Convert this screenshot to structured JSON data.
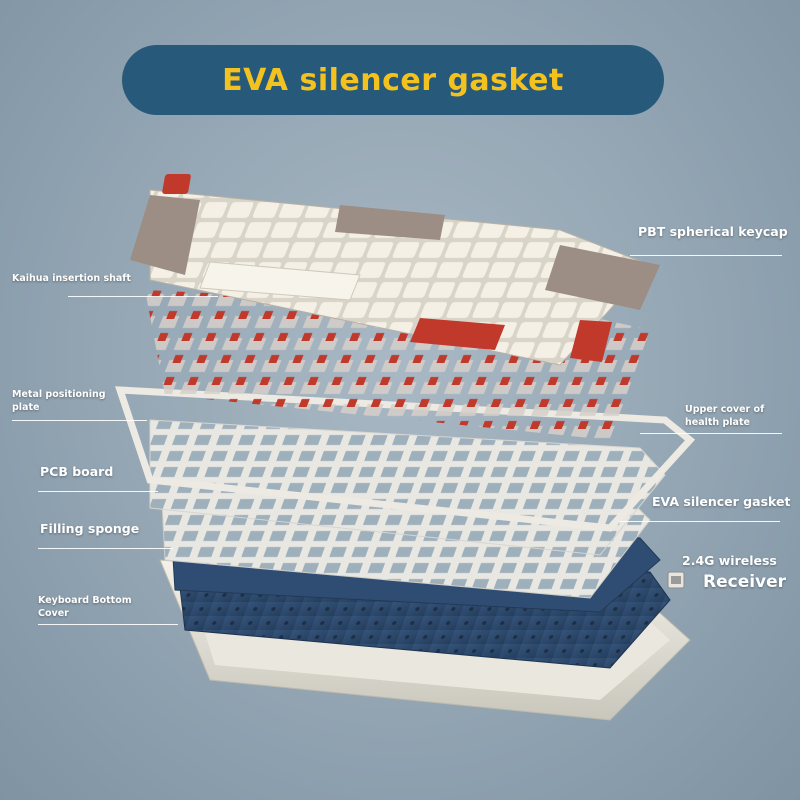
{
  "title": "EVA silencer gasket",
  "labels": {
    "pbt_keycap": "PBT spherical keycap",
    "kaihua_shaft": "Kaihua insertion shaft",
    "metal_plate_line1": "Metal positioning",
    "metal_plate_line2": "plate",
    "upper_cover_line1": "Upper cover of",
    "upper_cover_line2": "health plate",
    "pcb_board": "PCB board",
    "eva_gasket": "EVA silencer gasket",
    "filling_sponge": "Filling sponge",
    "wireless_line1": "2.4G wireless",
    "wireless_line2": "Receiver",
    "bottom_cover_line1": "Keyboard Bottom",
    "bottom_cover_line2": "Cover"
  },
  "colors": {
    "banner": "#275a7a",
    "title_text": "#f4c21f",
    "background": "#93a5b3",
    "keycap_white": "#f1ede3",
    "keycap_grey": "#9c8e84",
    "keycap_red": "#c0392b",
    "pcb_blue": "#2e4a6b"
  }
}
